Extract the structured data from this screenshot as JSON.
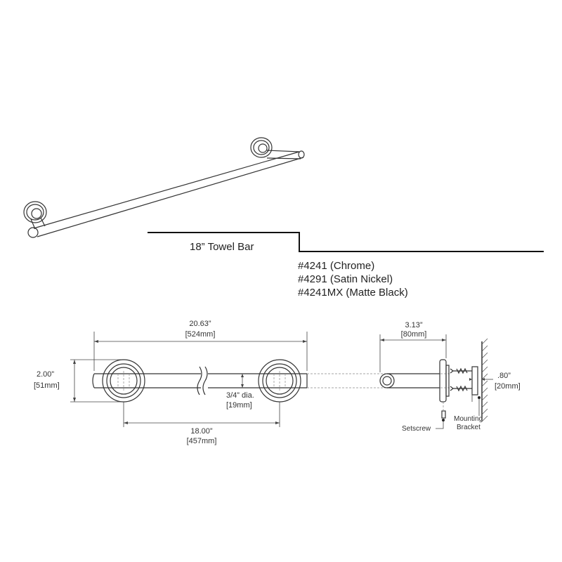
{
  "product": {
    "title": "18” Towel Bar",
    "finishes": [
      "#4241 (Chrome)",
      "#4291 (Satin Nickel)",
      "#4241MX (Matte Black)"
    ]
  },
  "dimensions": {
    "overall_length": {
      "imperial": "20.63”",
      "metric": "[524mm]"
    },
    "height": {
      "imperial": "2.00”",
      "metric": "[51mm]"
    },
    "bar_diameter": {
      "imperial": "3/4” dia.",
      "metric": "[19mm]"
    },
    "center_to_center": {
      "imperial": "18.00”",
      "metric": "[457mm]"
    },
    "projection": {
      "imperial": "3.13”",
      "metric": "[80mm]"
    },
    "bracket_depth": {
      "imperial": ".80”",
      "metric": "[20mm]"
    }
  },
  "callouts": {
    "setscrew": "Setscrew",
    "mounting_bracket_line1": "Mounting",
    "mounting_bracket_line2": "Bracket"
  }
}
